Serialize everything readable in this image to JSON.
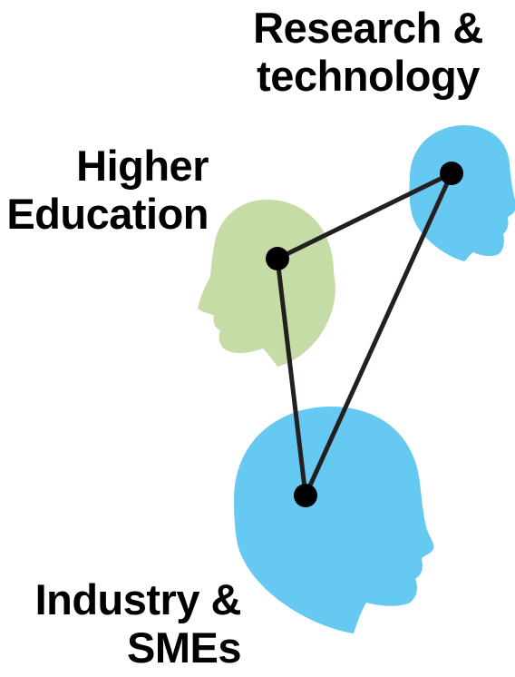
{
  "labels": {
    "research": {
      "line1": "Research &",
      "line2": "technology"
    },
    "higher_education": {
      "line1": "Higher",
      "line2": "Education"
    },
    "industry": {
      "line1": "Industry &",
      "line2": "SMEs"
    }
  },
  "colors": {
    "head_blue": "#66c9f2",
    "head_green": "#c6dca6",
    "line": "#231f20",
    "node": "#000000",
    "text": "#000000"
  }
}
